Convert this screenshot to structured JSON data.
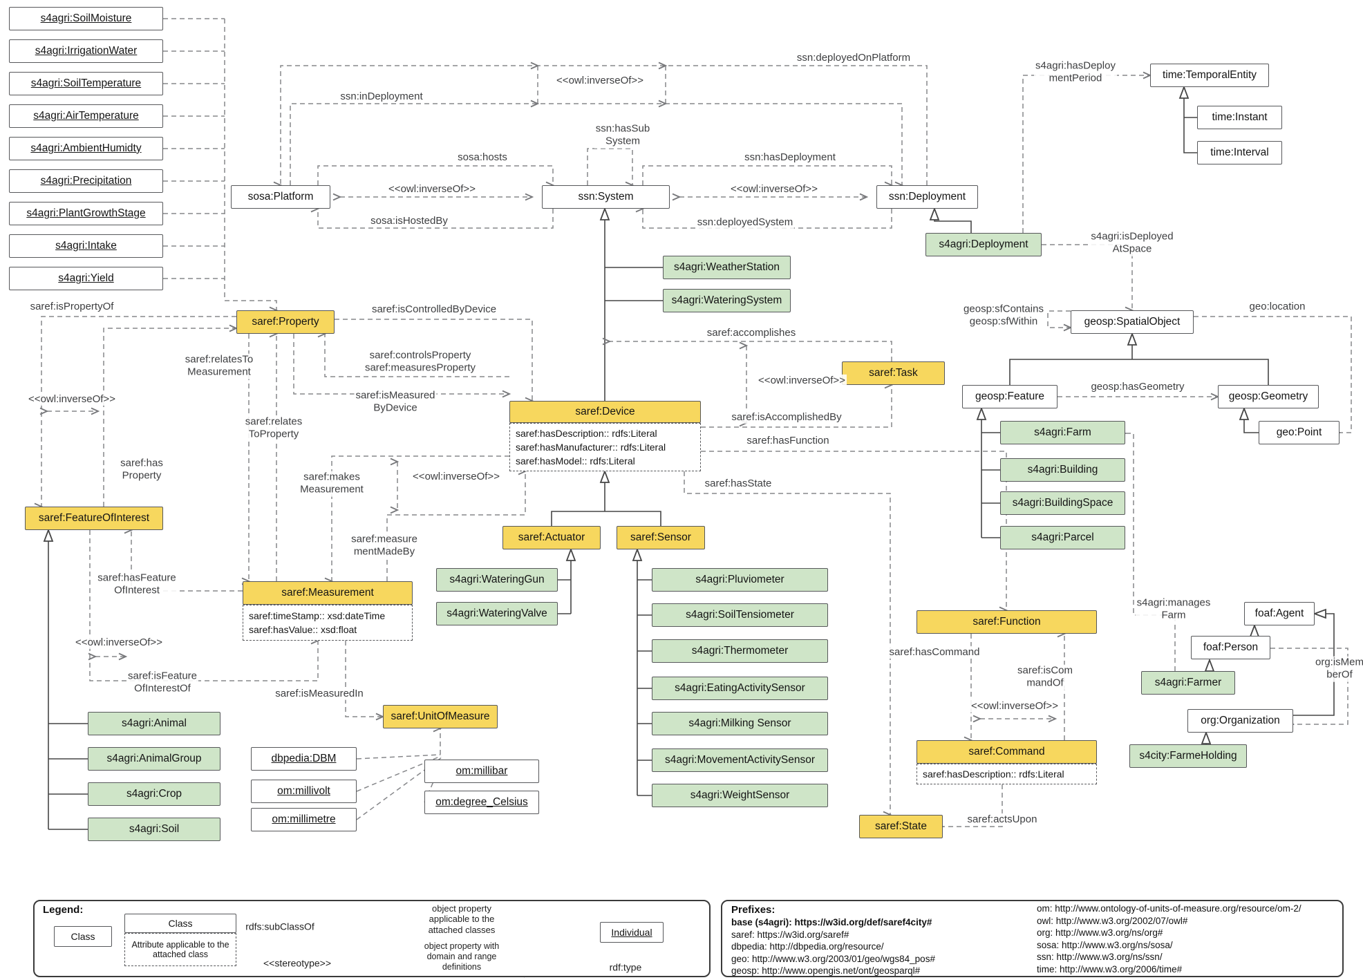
{
  "nodes": {
    "soil_moisture": {
      "label": "s4agri:SoilMoisture"
    },
    "irrigation_water": {
      "label": "s4agri:IrrigationWater"
    },
    "soil_temperature": {
      "label": "s4agri:SoilTemperature"
    },
    "air_temperature": {
      "label": "s4agri:AirTemperature"
    },
    "ambient_humidity": {
      "label": "s4agri:AmbientHumidty"
    },
    "precipitation": {
      "label": "s4agri:Precipitation"
    },
    "plant_growth_stage": {
      "label": "s4agri:PlantGrowthStage"
    },
    "intake": {
      "label": "s4agri:Intake"
    },
    "yield": {
      "label": "s4agri:Yield"
    },
    "platform": {
      "label": "sosa:Platform"
    },
    "system": {
      "label": "ssn:System"
    },
    "deployment": {
      "label": "ssn:Deployment"
    },
    "s4agri_deployment": {
      "label": "s4agri:Deployment"
    },
    "temporal_entity": {
      "label": "time:TemporalEntity"
    },
    "instant": {
      "label": "time:Instant"
    },
    "interval": {
      "label": "time:Interval"
    },
    "weather_station": {
      "label": "s4agri:WeatherStation"
    },
    "watering_system": {
      "label": "s4agri:WateringSystem"
    },
    "property": {
      "label": "saref:Property"
    },
    "task": {
      "label": "saref:Task"
    },
    "spatial_object": {
      "label": "geosp:SpatialObject"
    },
    "device": {
      "label": "saref:Device"
    },
    "feature": {
      "label": "geosp:Feature"
    },
    "geometry": {
      "label": "geosp:Geometry"
    },
    "point": {
      "label": "geo:Point"
    },
    "farm": {
      "label": "s4agri:Farm"
    },
    "building": {
      "label": "s4agri:Building"
    },
    "building_space": {
      "label": "s4agri:BuildingSpace"
    },
    "parcel": {
      "label": "s4agri:Parcel"
    },
    "foi": {
      "label": "saref:FeatureOfInterest"
    },
    "actuator": {
      "label": "saref:Actuator"
    },
    "sensor": {
      "label": "saref:Sensor"
    },
    "watering_gun": {
      "label": "s4agri:WateringGun"
    },
    "watering_valve": {
      "label": "s4agri:WateringValve"
    },
    "measurement": {
      "label": "saref:Measurement"
    },
    "pluviometer": {
      "label": "s4agri:Pluviometer"
    },
    "soil_tensiometer": {
      "label": "s4agri:SoilTensiometer"
    },
    "thermometer": {
      "label": "s4agri:Thermometer"
    },
    "eating_activity_sensor": {
      "label": "s4agri:EatingActivitySensor"
    },
    "milking_sensor": {
      "label": "s4agri:Milking Sensor"
    },
    "movement_activity_sensor": {
      "label": "s4agri:MovementActivitySensor"
    },
    "weight_sensor": {
      "label": "s4agri:WeightSensor"
    },
    "function": {
      "label": "saref:Function"
    },
    "command": {
      "label": "saref:Command"
    },
    "state": {
      "label": "saref:State"
    },
    "agent": {
      "label": "foaf:Agent"
    },
    "person": {
      "label": "foaf:Person"
    },
    "farmer": {
      "label": "s4agri:Farmer"
    },
    "organization": {
      "label": "org:Organization"
    },
    "farme_holding": {
      "label": "s4city:FarmeHolding"
    },
    "animal": {
      "label": "s4agri:Animal"
    },
    "animal_group": {
      "label": "s4agri:AnimalGroup"
    },
    "crop": {
      "label": "s4agri:Crop"
    },
    "soil": {
      "label": "s4agri:Soil"
    },
    "unit_of_measure": {
      "label": "saref:UnitOfMeasure"
    },
    "dbm": {
      "label": "dbpedia:DBM"
    },
    "millivolt": {
      "label": "om:millivolt"
    },
    "millimetre": {
      "label": "om:millimetre"
    },
    "millibar": {
      "label": "om:millibar"
    },
    "degree_celsius": {
      "label": "om:degree_Celsius"
    }
  },
  "attrs": {
    "device": [
      "saref:hasDescription:: rdfs:Literal",
      "saref:hasManufacturer:: rdfs:Literal",
      "saref:hasModel:: rdfs:Literal"
    ],
    "measurement": [
      "saref:timeStamp:: xsd:dateTime",
      "saref:hasValue::  xsd:float"
    ],
    "command": [
      "saref:hasDescription:: rdfs:Literal"
    ]
  },
  "labels": {
    "inverseOf": "<<owl:inverseOf>>",
    "deployedOnPlatform": "ssn:deployedOnPlatform",
    "inDeployment": "ssn:inDeployment",
    "hasSubSystem": "ssn:hasSub\nSystem",
    "hosts": "sosa:hosts",
    "hasDeployment": "ssn:hasDeployment",
    "isHostedBy": "sosa:isHostedBy",
    "deployedSystem": "ssn:deployedSystem",
    "hasDeploymentPeriod": "s4agri:hasDeploy\nmentPeriod",
    "isPropertyOf": "saref:isPropertyOf",
    "isControlledByDevice": "saref:isControlledByDevice",
    "relatesToMeasurement": "saref:relatesTo\nMeasurement",
    "controlsMeasuresProperty": "saref:controlsProperty\nsaref:measuresProperty",
    "isMeasuredByDevice": "saref:isMeasured\nByDevice",
    "relatesToProperty": "saref:relates\nToProperty",
    "hasProperty": "saref:has\nProperty",
    "makesMeasurement": "saref:makes\nMeasurement",
    "measurementMadeBy": "saref:measure\nmentMadeBy",
    "accomplishes": "saref:accomplishes",
    "isAccomplishedBy": "saref:isAccomplishedBy",
    "hasFunction": "saref:hasFunction",
    "hasState": "saref:hasState",
    "sfContainsWithin": "geosp:sfContains\ngeosp:sfWithin",
    "isDeployedAtSpace": "s4agri:isDeployed\nAtSpace",
    "geoLocation": "geo:location",
    "hasGeometry": "geosp:hasGeometry",
    "hasCommand": "saref:hasCommand",
    "isCommandOf": "saref:isCom\nmandOf",
    "actsUpon": "saref:actsUpon",
    "hasFeatureOfInterest": "saref:hasFeature\nOfInterest",
    "isFeatureOfInterestOf": "saref:isFeature\nOfInterestOf",
    "isMeasuredIn": "saref:isMeasuredIn",
    "managesFarm": "s4agri:manages\nFarm",
    "isMemberOf": "org:isMem\nberOf"
  },
  "legend": {
    "title": "Legend:",
    "class1": "Class",
    "class2": "Class",
    "attr_note": "Attribute applicable to the attached class",
    "subclass": "rdfs:subClassOf",
    "obj_prop": "object property\napplicable to the\nattached classes",
    "stereotype": "<<stereotype>>",
    "obj_prop_dr": "object property with\ndomain and range\ndefinitions",
    "individual": "Individual",
    "rdf_type": "rdf:type"
  },
  "prefixes": {
    "title": "Prefixes:",
    "col1": [
      "base (s4agri): https://w3id.org/def/saref4city#",
      "saref: https://w3id.org/saref#",
      "dbpedia: http://dbpedia.org/resource/",
      "geo: http://www.w3.org/2003/01/geo/wgs84_pos#",
      "geosp: http://www.opengis.net/ont/geosparql#"
    ],
    "col2": [
      "om: http://www.ontology-of-units-of-measure.org/resource/om-2/",
      "owl: http://www.w3.org/2002/07/owl#",
      "org: http://www.w3.org/ns/org#",
      "sosa: http://www.w3.org/ns/sosa/",
      "ssn: http://www.w3.org/ns/ssn/",
      "time: http://www.w3.org/2006/time#"
    ]
  }
}
